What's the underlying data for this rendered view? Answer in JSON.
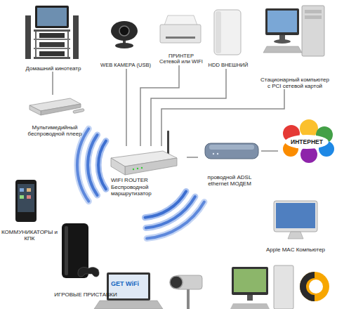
{
  "diagram": {
    "nodes": [
      {
        "text": [
          "Домашний кинотеатр"
        ]
      },
      {
        "text": [
          "WEB КАМЕРА (USB)"
        ]
      },
      {
        "text": [
          "ПРИНТЕР",
          "Сетевой или WIFI"
        ]
      },
      {
        "text": [
          "HDD ВНЕШНИЙ"
        ]
      },
      {
        "text": [
          "Стационарный компьютер с PCI сетевой картой"
        ]
      },
      {
        "text": [
          "Мультимедийный беспроводной плеер"
        ]
      },
      {
        "text": [
          "ИНТЕРНЕТ"
        ]
      },
      {
        "text": [
          "WIFI ROUTER",
          "Беспроводной маршрутизатор"
        ]
      },
      {
        "text": [
          "проводной ADSL ethernet МОДЕМ"
        ]
      },
      {
        "text": [
          "КОММУНИКАТОРЫ и КПК"
        ]
      },
      {
        "text": [
          "Apple MAC Компьютер"
        ]
      },
      {
        "text": [
          "ИГРОВЫЕ ПРИСТАВКИ"
        ]
      }
    ],
    "edges": [
      {
        "from": 0,
        "to": 5,
        "arrow": "none"
      },
      {
        "from": 1,
        "to": 7,
        "arrow": "none"
      },
      {
        "from": 2,
        "to": 7,
        "arrow": "none"
      },
      {
        "from": 3,
        "to": 7,
        "arrow": "none"
      },
      {
        "from": 4,
        "to": 7,
        "arrow": "none"
      },
      {
        "from": 8,
        "to": 7,
        "arrow": "none"
      },
      {
        "from": 6,
        "to": 8,
        "arrow": "none"
      }
    ],
    "labels": [
      "GET WiFi"
    ]
  }
}
